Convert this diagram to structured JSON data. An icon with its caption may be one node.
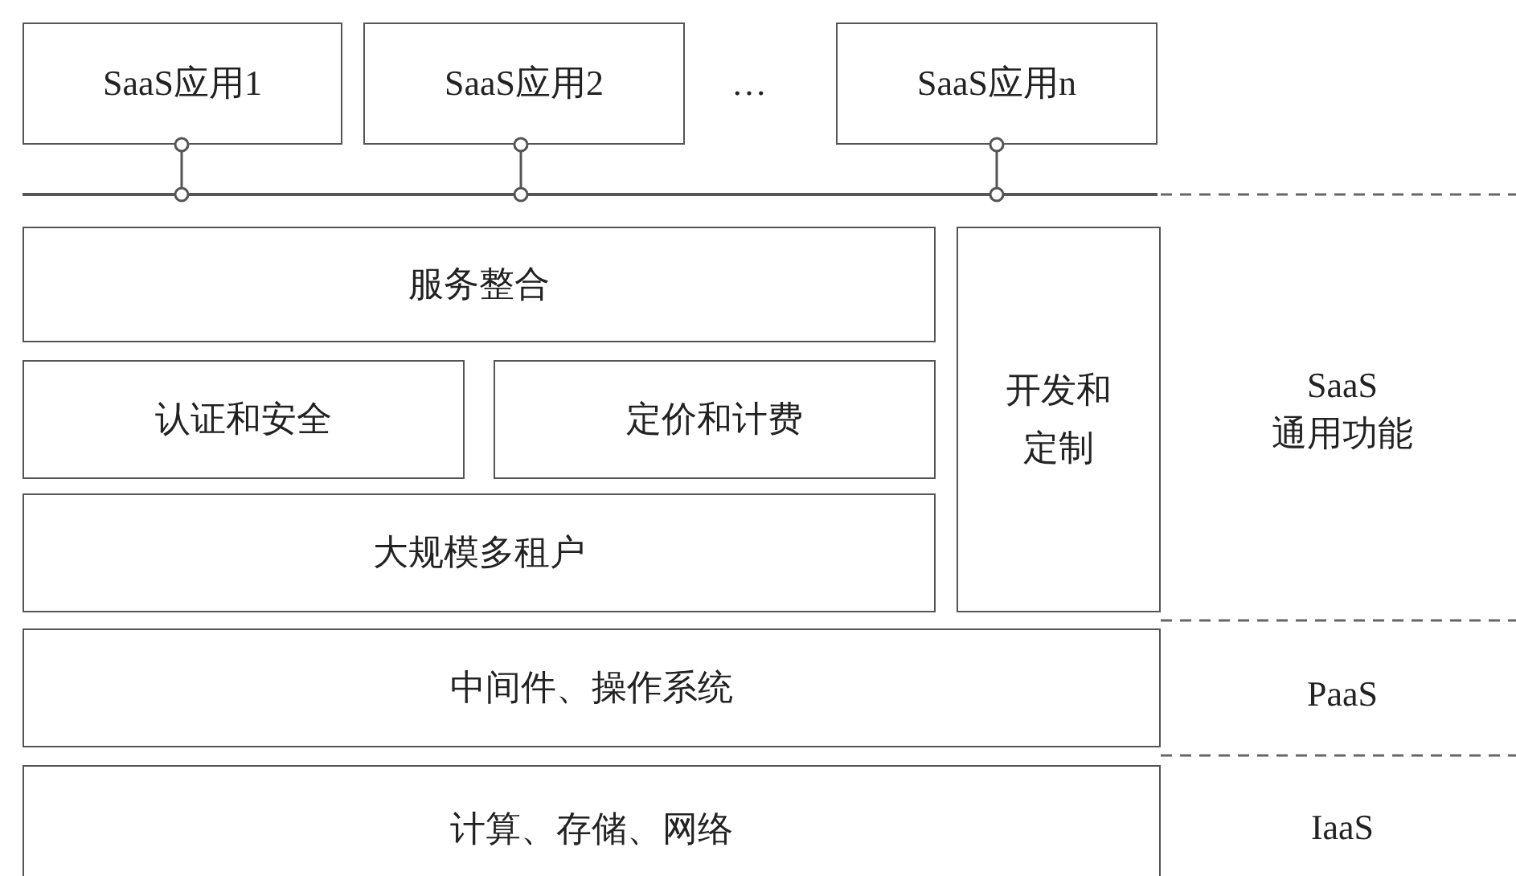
{
  "diagram": {
    "nodes": [
      {
        "text": [
          "SaaS应用1"
        ]
      },
      {
        "text": [
          "SaaS应用2"
        ]
      },
      {
        "text": [
          "SaaS应用n"
        ]
      },
      {
        "text": [],
        "shape": "bar"
      },
      {
        "text": [
          "服务整合"
        ]
      },
      {
        "text": [
          "认证和安全"
        ]
      },
      {
        "text": [
          "定价和计费"
        ]
      },
      {
        "text": [
          "大规模多租户"
        ]
      },
      {
        "text": [
          "开发和定制"
        ]
      },
      {
        "text": [
          "中间件、操作系统"
        ]
      },
      {
        "text": [
          "计算、存储、网络"
        ]
      }
    ],
    "edges": [
      {
        "from": 0,
        "to": 3,
        "arrow": "other"
      },
      {
        "from": 1,
        "to": 3,
        "arrow": "other"
      },
      {
        "from": 2,
        "to": 3,
        "arrow": "other"
      }
    ],
    "labels": [
      "…",
      "SaaS 通用功能",
      "PaaS",
      "IaaS"
    ]
  }
}
